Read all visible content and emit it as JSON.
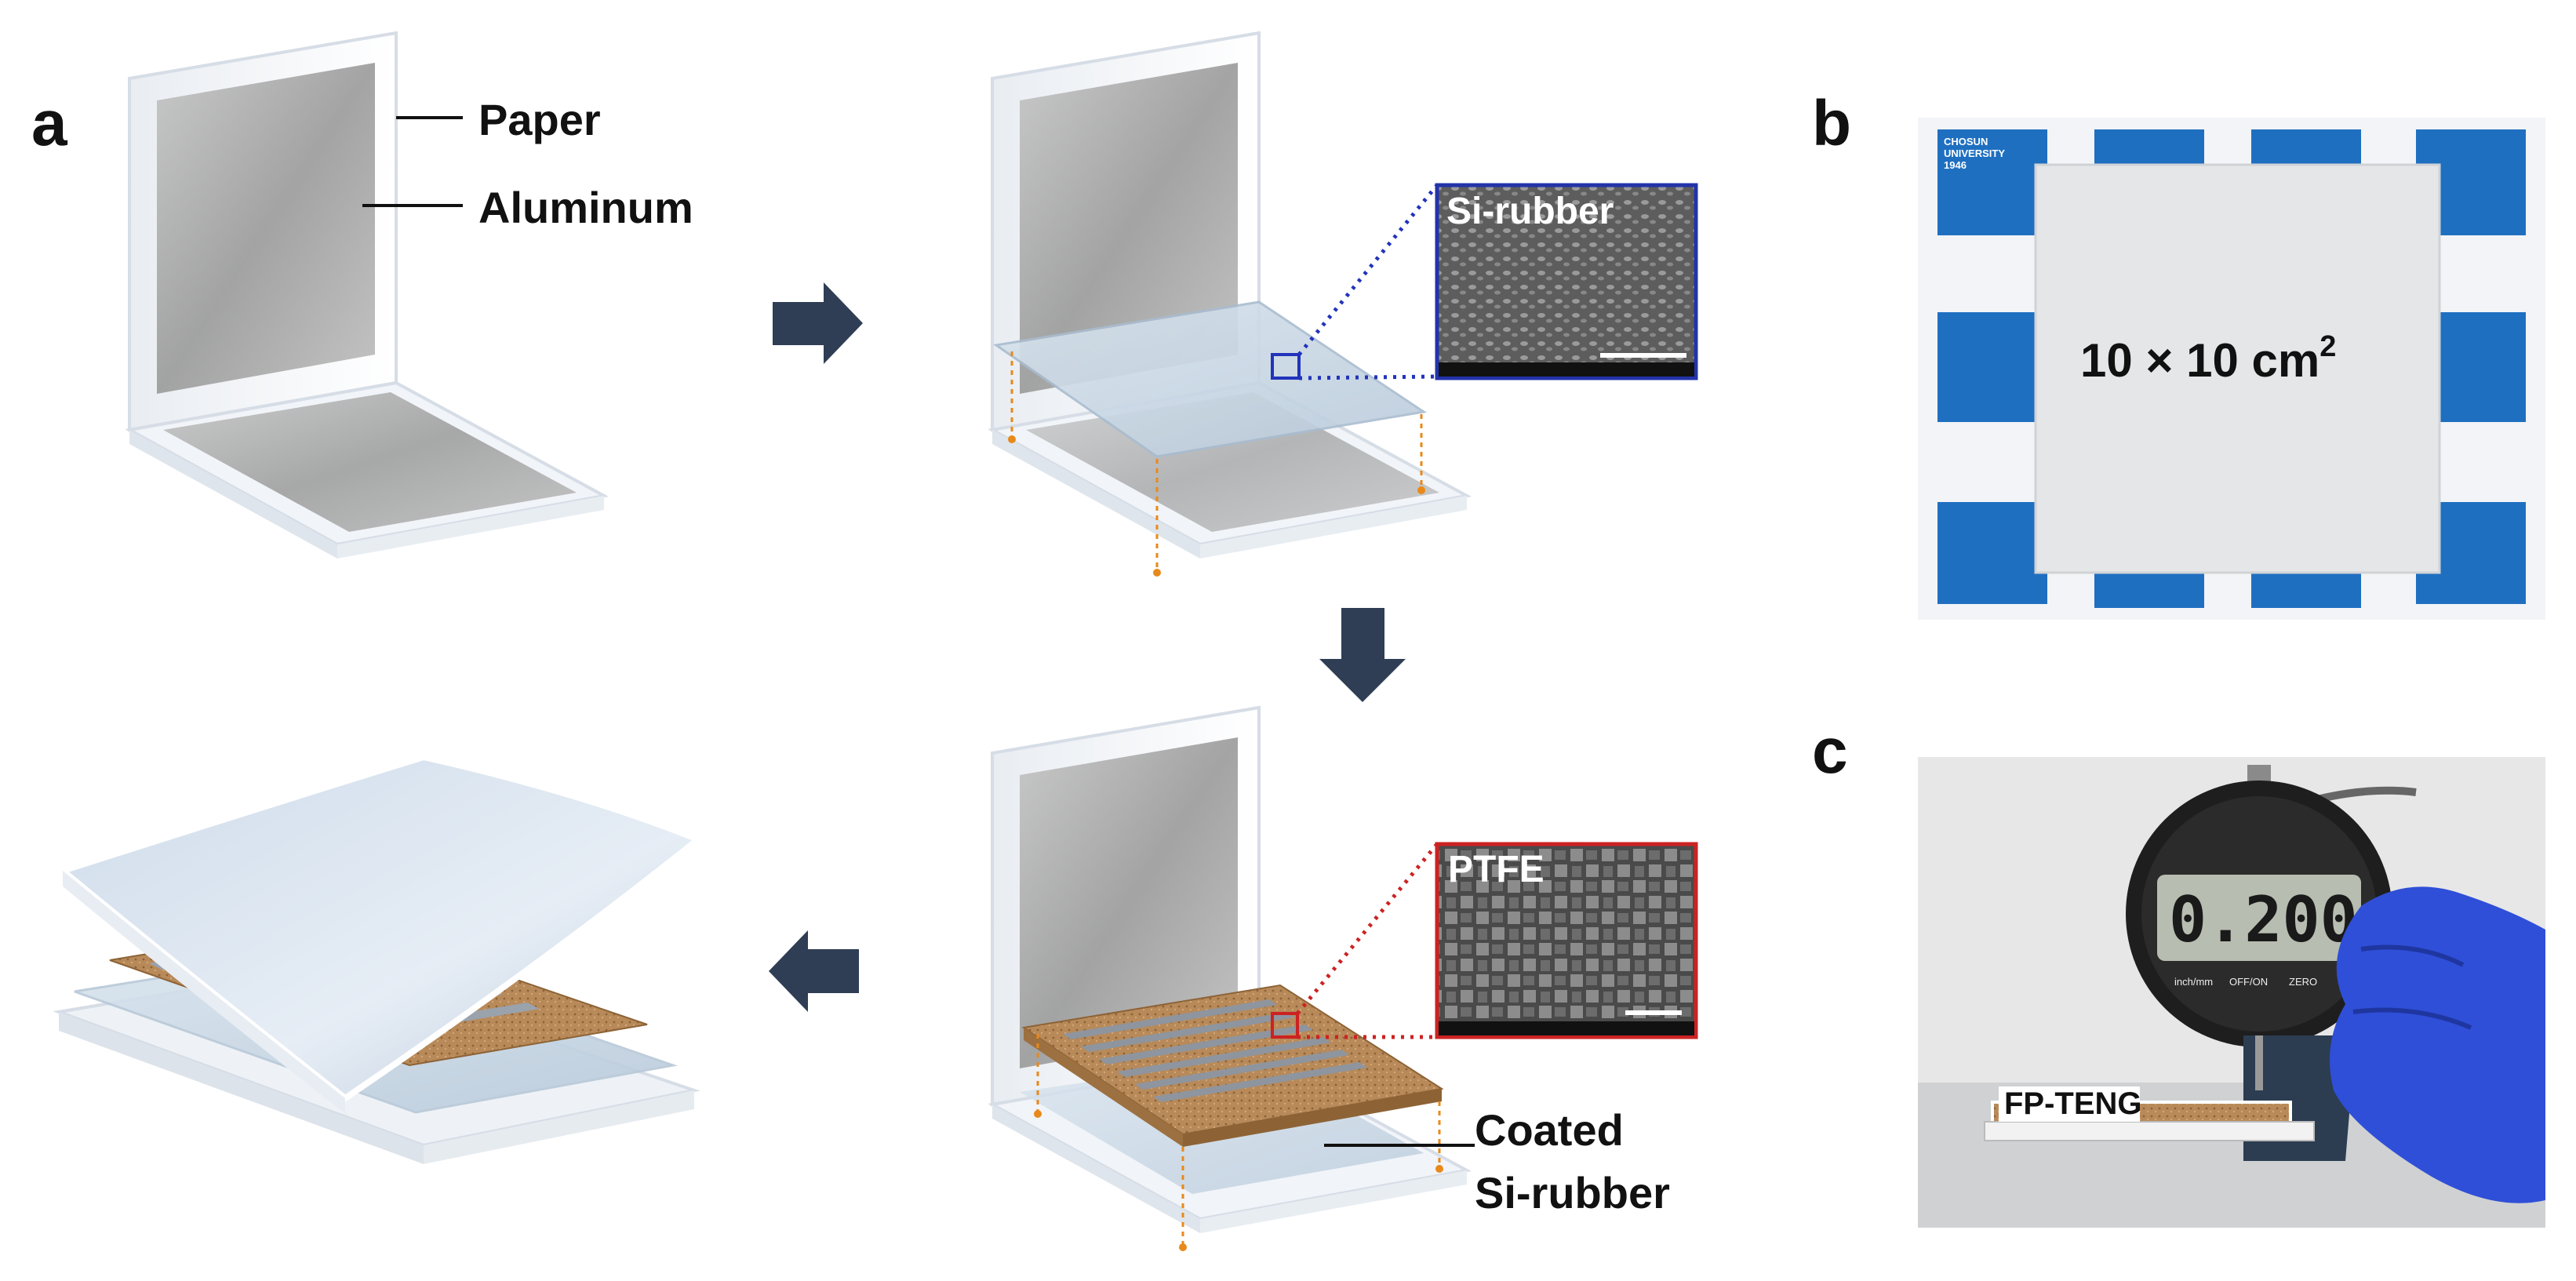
{
  "panels": {
    "a": {
      "letter": "a",
      "paper_label": "Paper",
      "aluminum_label": "Aluminum",
      "si_rubber_inset_label": "Si-rubber",
      "ptfe_inset_label": "PTFE",
      "coated_label_line1": "Coated",
      "coated_label_line2": "Si-rubber"
    },
    "b": {
      "letter": "b",
      "size_text": "10 × 10 cm",
      "size_superscript": "2",
      "logo_text_line1": "CHOSUN",
      "logo_text_line2": "UNIVERSITY",
      "logo_text_line3": "1946"
    },
    "c": {
      "letter": "c",
      "device_label": "FP-TENG",
      "gauge_reading": "0.200",
      "gauge_btn_1": "inch/mm",
      "gauge_btn_2": "OFF/ON",
      "gauge_btn_3": "ZERO"
    }
  },
  "colors": {
    "arrow": "#2f3e55",
    "si_rubber_inset_border": "#2233aa",
    "ptfe_inset_border": "#cc2222",
    "leader_dot_blue": "#2233bb",
    "leader_dot_red": "#cc2222",
    "guide_orange": "#e8891a",
    "ptfe_tan": "#b88a5a",
    "logo_blue": "#1f6fc0",
    "glove_blue": "#2f4fd8"
  },
  "icons": [
    "arrow-right-icon",
    "arrow-down-icon",
    "arrow-left-icon"
  ]
}
